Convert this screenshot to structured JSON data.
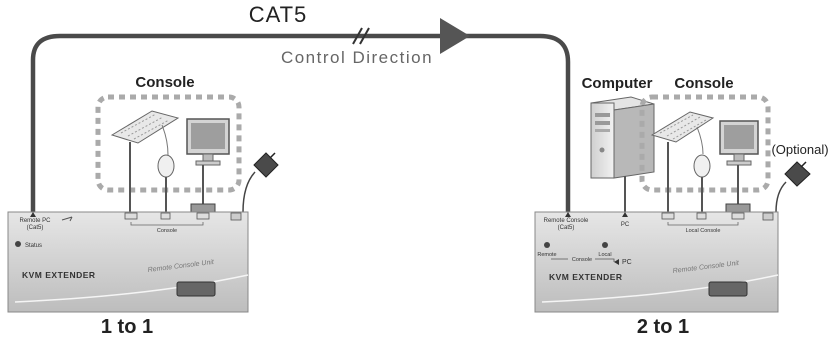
{
  "link": {
    "cable": "CAT5",
    "direction": "Control Direction"
  },
  "left_unit": {
    "console_label": "Console",
    "port_remote": "Remote PC",
    "port_remote_sub": "(Cat5)",
    "port_console": "Console",
    "status": "Status",
    "brand": "KVM EXTENDER",
    "unit_name": "Remote Console Unit",
    "caption": "1 to 1"
  },
  "right_unit": {
    "computer_label": "Computer",
    "console_label": "Console",
    "optional_label": "(Optional)",
    "port_remote": "Remote Console",
    "port_remote_sub": "(Cat5)",
    "port_pc": "PC",
    "port_local_console": "Local Console",
    "led_remote": "Remote",
    "led_local": "Local",
    "switch_console": "Console",
    "switch_pc": "PC",
    "brand": "KVM EXTENDER",
    "unit_name": "Remote Console Unit",
    "caption": "2 to 1"
  }
}
